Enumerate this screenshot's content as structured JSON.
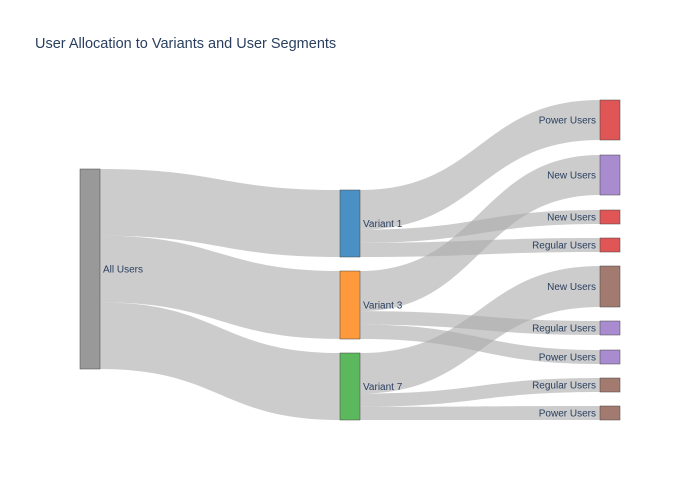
{
  "title": "User Allocation to Variants and User Segments",
  "nodes": [
    {
      "id": "all",
      "label": "All Users",
      "color": "#999999"
    },
    {
      "id": "v1",
      "label": "Variant 1",
      "color": "#4a90c4"
    },
    {
      "id": "v3",
      "label": "Variant 3",
      "color": "#ff9a3c"
    },
    {
      "id": "v7",
      "label": "Variant 7",
      "color": "#5cb85c"
    },
    {
      "id": "pu1",
      "label": "Power Users",
      "color": "#e05555"
    },
    {
      "id": "nu1",
      "label": "New Users",
      "color": "#a98bd0"
    },
    {
      "id": "nu2",
      "label": "New Users",
      "color": "#e05555"
    },
    {
      "id": "ru1",
      "label": "Regular Users",
      "color": "#e05555"
    },
    {
      "id": "nu3",
      "label": "New Users",
      "color": "#a37a70"
    },
    {
      "id": "ru2",
      "label": "Regular Users",
      "color": "#a98bd0"
    },
    {
      "id": "pu2",
      "label": "Power Users",
      "color": "#a98bd0"
    },
    {
      "id": "ru3",
      "label": "Regular Users",
      "color": "#a37a70"
    },
    {
      "id": "pu3",
      "label": "Power Users",
      "color": "#a37a70"
    }
  ],
  "links": [
    {
      "source": "all",
      "target": "v1",
      "value": 66
    },
    {
      "source": "all",
      "target": "v3",
      "value": 66
    },
    {
      "source": "all",
      "target": "v7",
      "value": 66
    },
    {
      "source": "v1",
      "target": "pu1",
      "value": 39
    },
    {
      "source": "v1",
      "target": "nu2",
      "value": 13
    },
    {
      "source": "v1",
      "target": "ru1",
      "value": 14
    },
    {
      "source": "v3",
      "target": "nu1",
      "value": 39
    },
    {
      "source": "v3",
      "target": "ru2",
      "value": 13
    },
    {
      "source": "v3",
      "target": "pu2",
      "value": 14
    },
    {
      "source": "v7",
      "target": "nu3",
      "value": 40
    },
    {
      "source": "v7",
      "target": "ru3",
      "value": 13
    },
    {
      "source": "v7",
      "target": "pu3",
      "value": 13
    }
  ]
}
